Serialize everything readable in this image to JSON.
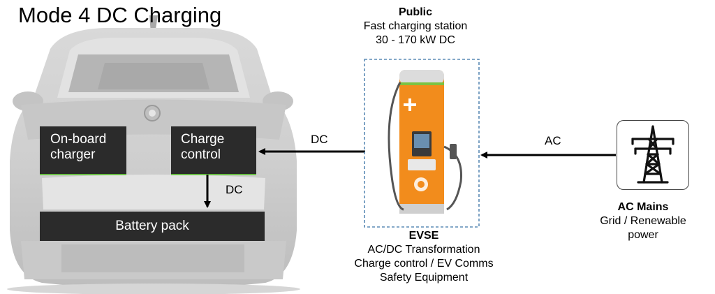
{
  "title": "Mode 4 DC Charging",
  "vehicle": {
    "onboard_charger": "On-board\ncharger",
    "charge_control": "Charge\ncontrol",
    "battery_pack": "Battery pack",
    "internal_flow_label": "DC"
  },
  "station": {
    "heading": "Public",
    "line1": "Fast charging station",
    "line2": "30 - 170 kW DC",
    "evse_heading": "EVSE",
    "evse_lines": [
      "AC/DC Transformation",
      "Charge control / EV Comms",
      "Safety Equipment"
    ]
  },
  "flows": {
    "station_to_car": "DC",
    "mains_to_station": "AC"
  },
  "mains": {
    "heading": "AC Mains",
    "line1": "Grid / Renewable",
    "line2": "power",
    "icon": "transmission-tower-icon"
  },
  "colors": {
    "box": "#2b2b2b",
    "box_accent": "#6abf45",
    "charger_orange": "#f28c1c",
    "dashed_border": "#5b8bb5"
  }
}
